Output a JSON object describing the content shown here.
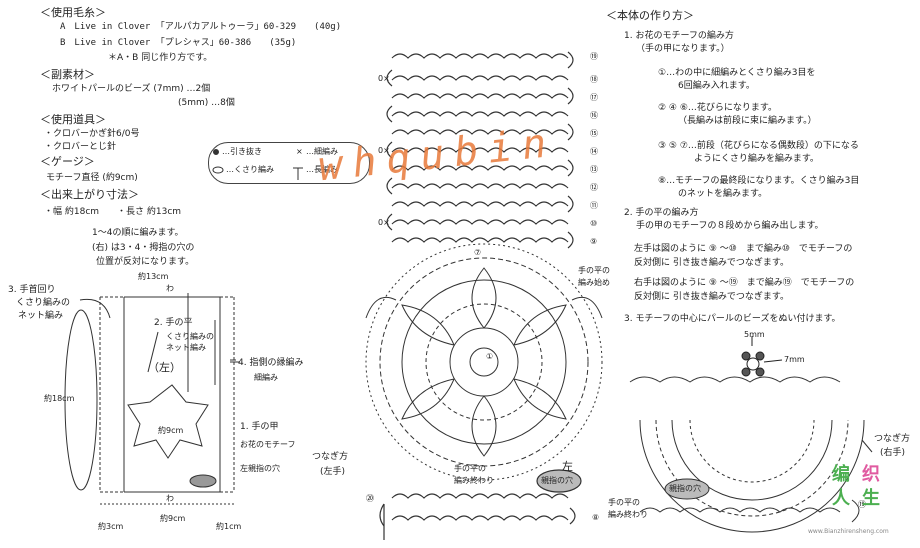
{
  "materials": {
    "yarn_heading": "＜使用毛糸＞",
    "yarn_a": "A　Live in Clover 「アルパカアルトゥーラ」60-329　　(40g)",
    "yarn_b": "B　Live in Clover 「プレシャス」60-386　　(35g)",
    "yarn_note": "＊A・B 同じ作り方です。",
    "sub_heading": "＜副素材＞",
    "sub_item": "ホワイトパールのビーズ (7mm) …2個",
    "sub_item2": "(5mm) …8個",
    "tools_heading": "＜使用道具＞",
    "tool1": "・クロバーかぎ針6/0号",
    "tool2": "・クロバーとじ針",
    "gauge_heading": "＜ゲージ＞",
    "gauge": "モチーフ直径 (約9cm)",
    "size_heading": "＜出来上がり寸法＞",
    "size": "・幅 約18cm　　・長さ 約13cm"
  },
  "legend": {
    "slip": "…引き抜き",
    "sc": "…細編み",
    "chain": "…くさり編み",
    "long": "…長編み"
  },
  "diagram": {
    "order1": "1〜4の順に編みます。",
    "order2": "(右) は3・4・拇指の穴の",
    "order3": "位置が反対になります。",
    "width_top": "約13cm",
    "wa_top": "わ",
    "label3a": "3. 手首回り",
    "label3b": "くさり編みの",
    "label3c": "ネット編み",
    "label2a": "2. 手の平",
    "label2b": "くさり編みの",
    "label2c": "ネット編み",
    "left": "（左）",
    "label4a": "4. 指側の縁編み",
    "label4b": "細編み",
    "height": "約18cm",
    "motif_size": "約9cm",
    "label1a": "1. 手の甲",
    "label1b": "お花のモチーフ",
    "thumb": "左親指の穴",
    "wa_bottom": "わ",
    "dim_left": "約3cm",
    "dim_mid": "約9cm",
    "dim_right": "約1cm"
  },
  "chart_labels": {
    "rows": [
      "⑲",
      "⑱",
      "⑰",
      "⑯",
      "⑮",
      "⑭",
      "⑬",
      "⑫",
      "⑪",
      "⑩",
      "⑨"
    ],
    "start": "手の平の",
    "start2": "編み始め",
    "join": "つなぎ方",
    "join_left": "(左手)",
    "end": "手の平の",
    "end2": "編み終わり",
    "thumb": "親指の穴",
    "left_mark": "左",
    "row20": "⑳",
    "row8": "⑧",
    "row7": "⑦",
    "row1": "①",
    "zero": "0×"
  },
  "method": {
    "heading": "＜本体の作り方＞",
    "s1": "1. お花のモチーフの編み方",
    "s1b": "（手の甲になります。）",
    "s1c": "①…わの中に細編みとくさり編み3目を",
    "s1d": "6回編み入れます。",
    "s1e": "② ④ ⑥…花びらになります。",
    "s1f": "（長編みは前段に束に編みます。）",
    "s1g": "③ ⑤ ⑦…前段（花びらになる偶数段）の下になる",
    "s1h": "ようにくさり編みを編みます。",
    "s1i": "⑧…モチーフの最終段になります。くさり編み3目",
    "s1j": "のネットを編みます。",
    "s2": "2. 手の平の編み方",
    "s2b": "手の甲のモチーフの８段めから編み出します。",
    "s2c": "左手は図のように ⑨ 〜⑩　まで編み⑩　でモチーフの",
    "s2d": "反対側に 引き抜き編みでつなぎます。",
    "s2e": "右手は図のように ⑨ 〜⑲　まで編み⑲　でモチーフの",
    "s2f": "反対側に 引き抜き編みでつなぎます。",
    "s3": "3. モチーフの中心にパールのビーズをぬい付けます。",
    "bead5": "5mm",
    "bead7": "7mm",
    "thumb_r": "親指の穴",
    "join_r": "つなぎ方",
    "join_r2": "(右手)",
    "end_r": "手の平の",
    "end_r2": "編み終わり",
    "row19": "⑲"
  },
  "watermark": "whqubin",
  "logo": {
    "text1": "编",
    "text2": "织",
    "text3": "人",
    "text4": "生",
    "url": "www.Bianzhirensheng.com"
  },
  "colors": {
    "line": "#333333",
    "watermark": "#e87a3a",
    "logo_green": "#4caf50",
    "logo_pink": "#e05aa0"
  }
}
